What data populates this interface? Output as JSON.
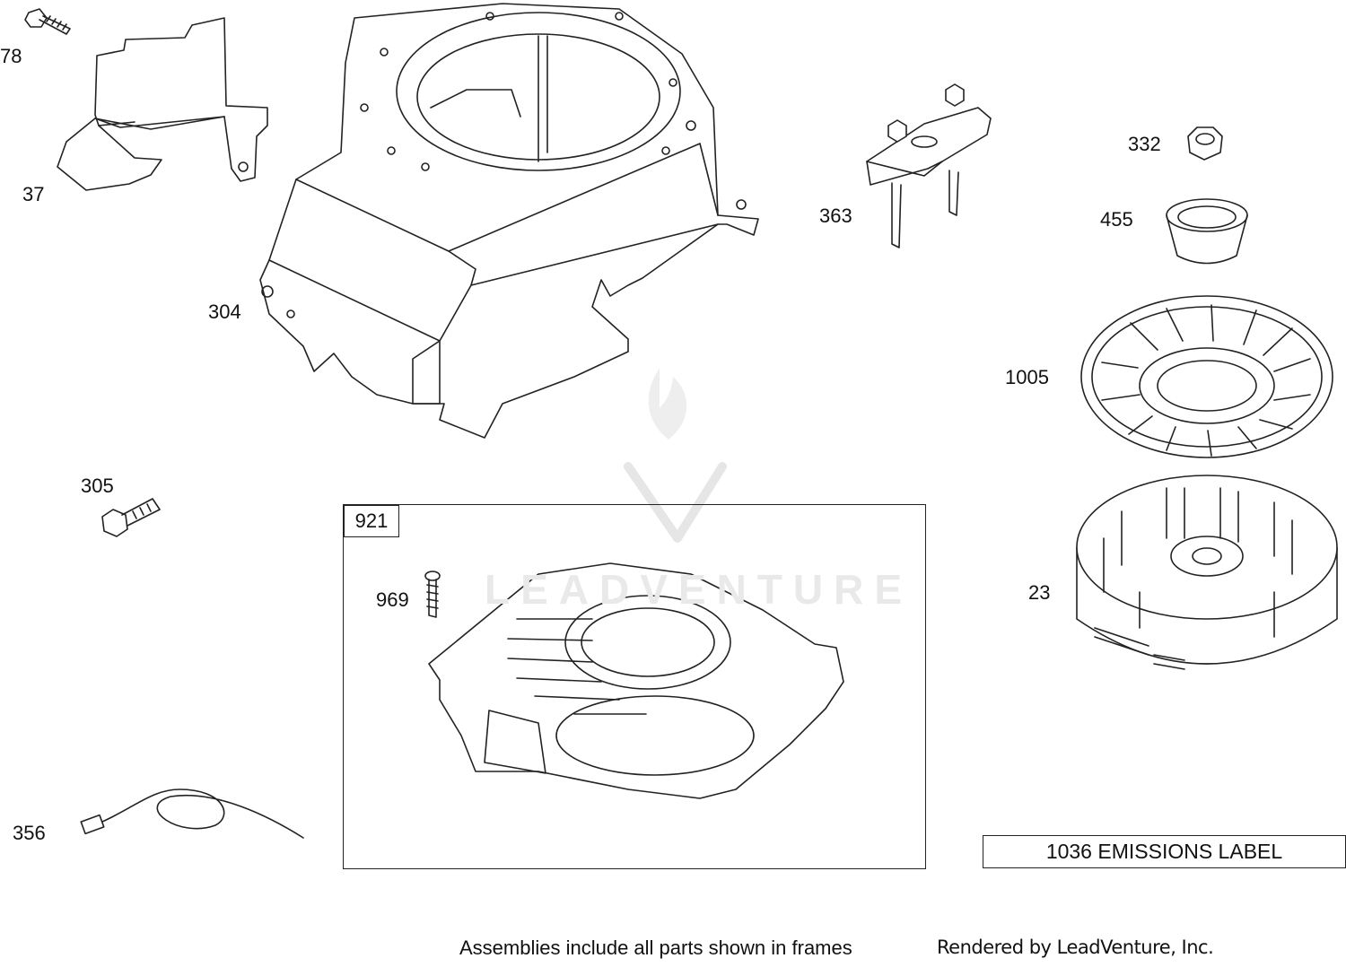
{
  "parts": {
    "p78": "78",
    "p37": "37",
    "p304": "304",
    "p363": "363",
    "p332": "332",
    "p455": "455",
    "p1005": "1005",
    "p305": "305",
    "p921": "921",
    "p969": "969",
    "p23": "23",
    "p356": "356"
  },
  "emissions_label": "1036 EMISSIONS LABEL",
  "footer": {
    "note": "Assemblies include all parts shown in frames",
    "credit": "Rendered by LeadVenture, Inc."
  },
  "watermark": "LEADVENTURE",
  "colors": {
    "line": "#222222",
    "watermark": "#e6e6e6"
  }
}
